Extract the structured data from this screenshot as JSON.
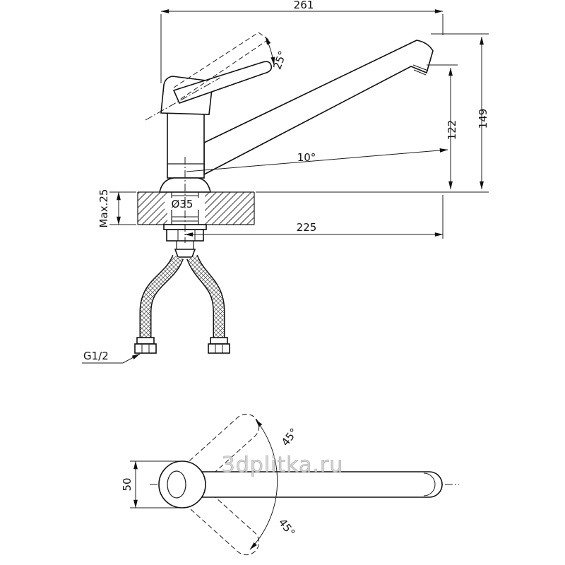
{
  "watermark": "3dplitka.ru",
  "side_view": {
    "overall_length": "261",
    "handle_lift_angle": "25°",
    "height_to_top": "149",
    "height_to_aerator": "122",
    "spout_incline_angle": "10°",
    "max_deck_thickness": "Max.25",
    "mount_hole_diameter": "Ø35",
    "spout_reach": "225",
    "connection_thread": "G1/2"
  },
  "top_view": {
    "handle_swivel_upper": "45°",
    "handle_swivel_lower": "45°",
    "body_diameter": "50"
  }
}
